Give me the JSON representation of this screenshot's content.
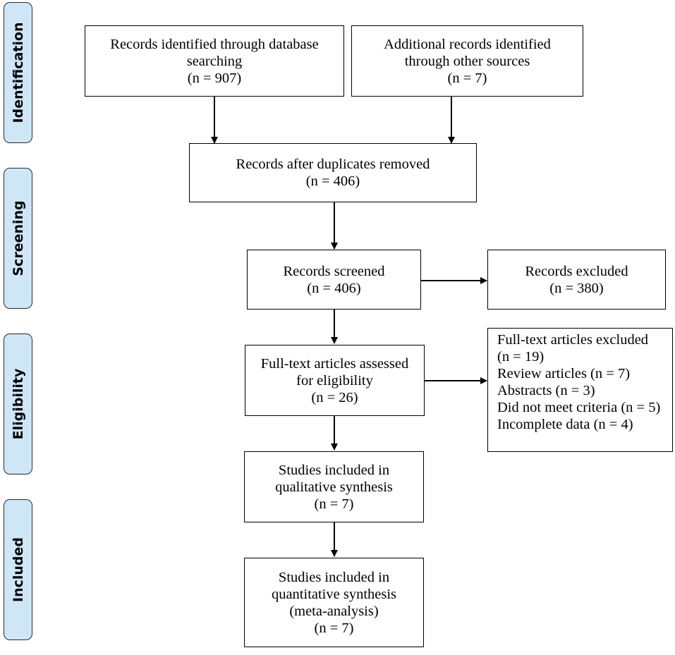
{
  "phases": {
    "identification": "Identification",
    "screening": "Screening",
    "eligibility": "Eligibility",
    "included": "Included"
  },
  "boxes": {
    "database_search": {
      "lines": [
        "Records identified through database",
        "searching",
        "(n = 907)"
      ]
    },
    "other_sources": {
      "lines": [
        "Additional records identified",
        "through other sources",
        "(n = 7)"
      ]
    },
    "duplicates_removed": {
      "lines": [
        "Records after duplicates removed",
        "(n = 406)"
      ]
    },
    "screened": {
      "lines": [
        "Records screened",
        "(n = 406)"
      ]
    },
    "excluded": {
      "lines": [
        "Records excluded",
        "(n = 380)"
      ]
    },
    "full_text_assessed": {
      "lines": [
        "Full-text articles assessed",
        "for eligibility",
        "(n = 26)"
      ]
    },
    "full_text_excluded": {
      "lines": [
        "Full-text articles excluded",
        "(n = 19)",
        "Review articles (n = 7)",
        "Abstracts (n = 3)",
        "Did not meet criteria (n = 5)",
        "Incomplete data (n = 4)"
      ]
    },
    "qualitative": {
      "lines": [
        "Studies included in",
        "qualitative synthesis",
        "(n = 7)"
      ]
    },
    "quantitative": {
      "lines": [
        "Studies included in",
        "quantitative synthesis",
        "(meta-analysis)",
        "(n = 7)"
      ]
    }
  }
}
